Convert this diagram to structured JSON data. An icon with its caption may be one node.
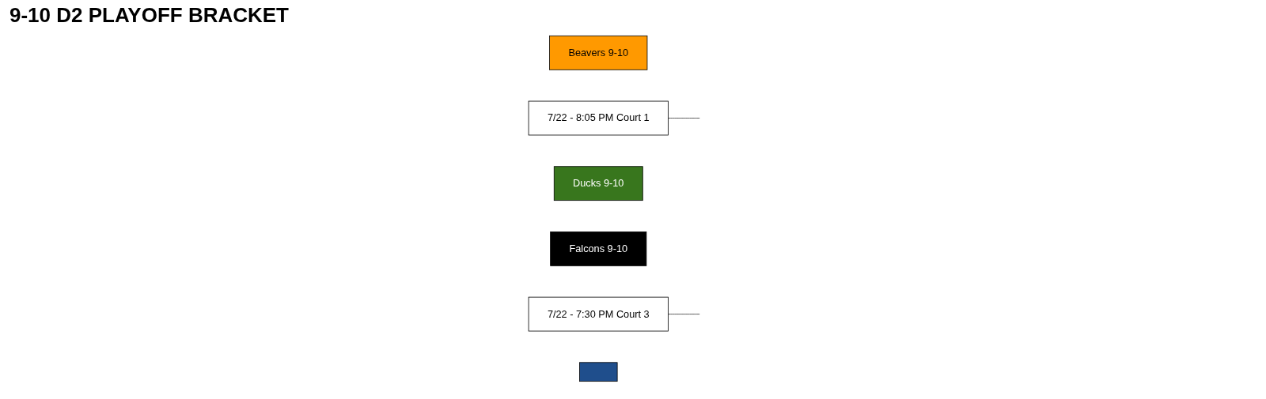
{
  "diagram": {
    "nodes": [
      {
        "text": [
          "Beavers 9-10"
        ]
      },
      {
        "text": [
          "7/22 - 8:05 PM Court 1"
        ]
      },
      {
        "text": [
          "Ducks 9-10"
        ]
      },
      {
        "text": [
          "Falcons 9-10"
        ]
      },
      {
        "text": [
          "7/22 - 7:30 PM Court 3"
        ]
      },
      {
        "text": [],
        "shape": "box"
      }
    ],
    "edges": [
      {
        "from": 1,
        "to": null,
        "arrow": "none"
      },
      {
        "from": 4,
        "to": null,
        "arrow": "none"
      }
    ],
    "labels": [
      "9-10 D2 PLAYOFF BRACKET"
    ]
  }
}
